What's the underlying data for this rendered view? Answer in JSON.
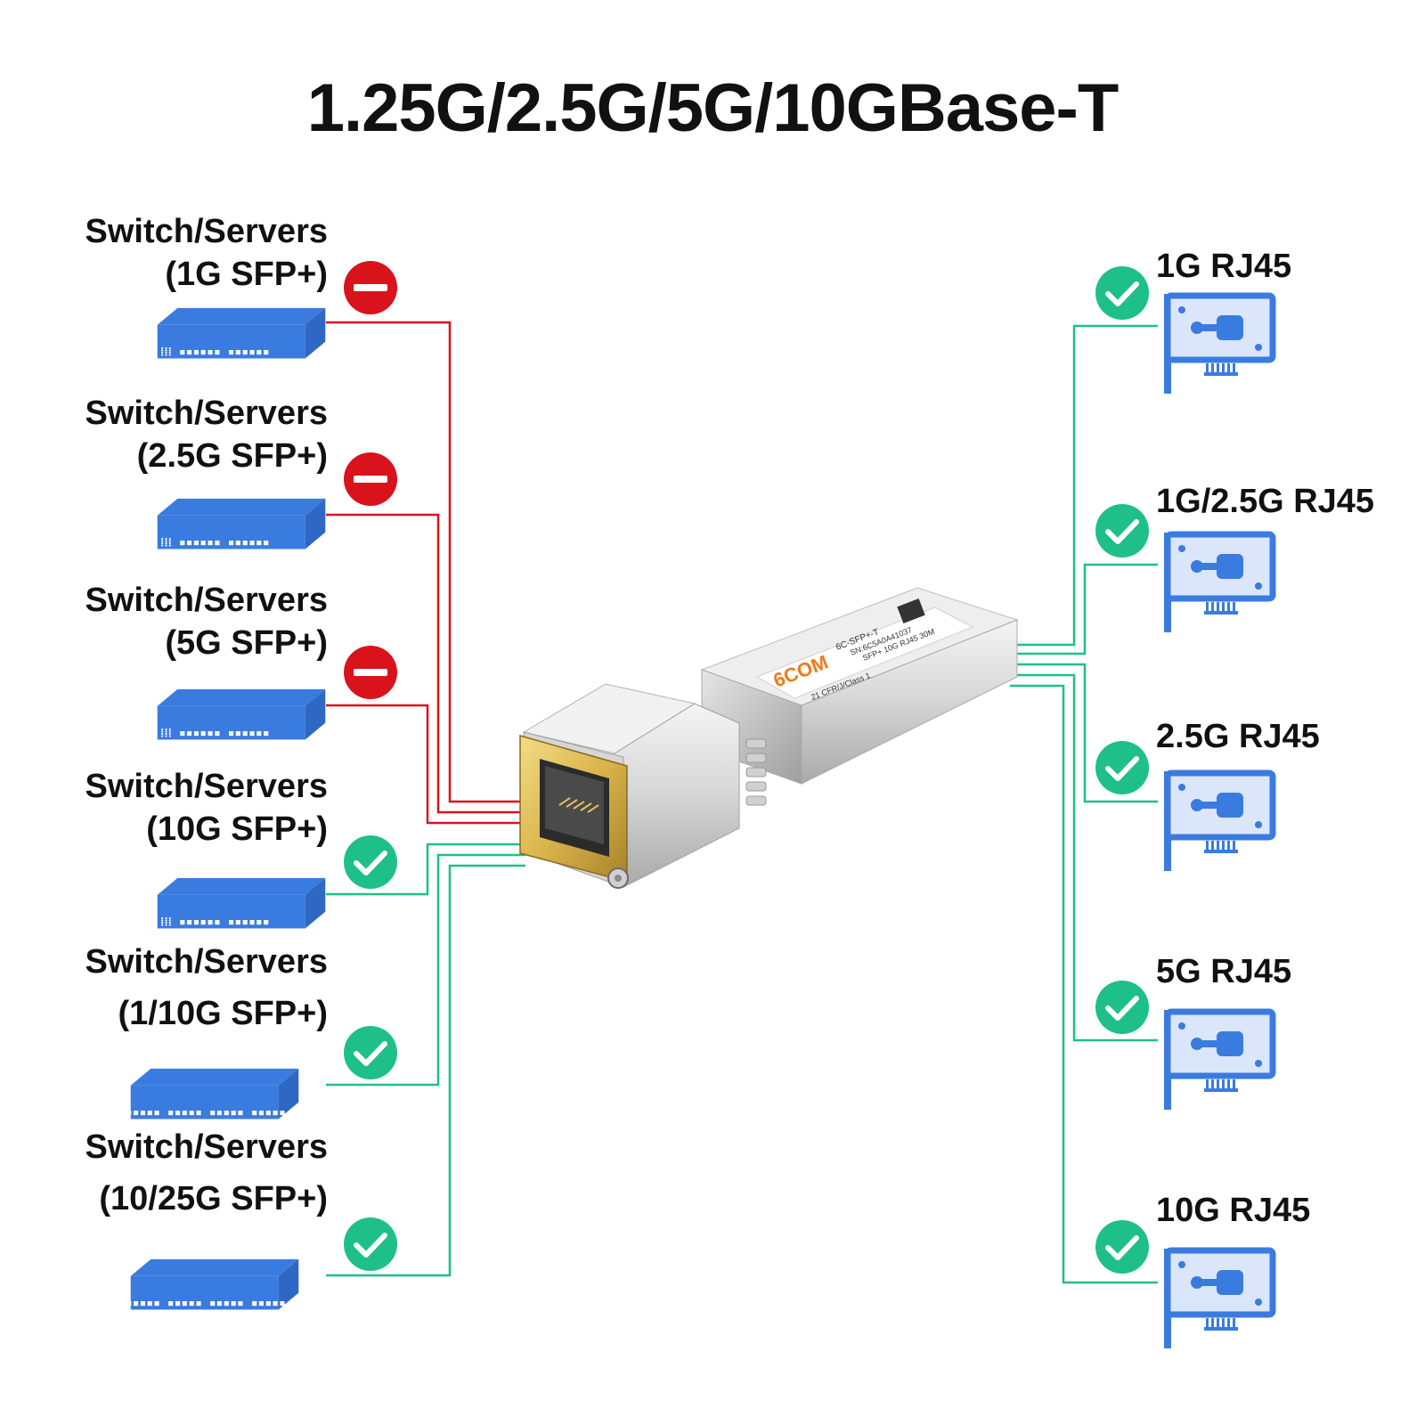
{
  "title": "1.25G/2.5G/5G/10GBase-T",
  "colors": {
    "incompatible": "#d9131b",
    "compatible": "#1fbf8a",
    "device_blue": "#3a7be0",
    "card_fill": "#dbe6fb"
  },
  "switches": [
    {
      "line1": "Switch/Servers",
      "line2": "(1G SFP+)",
      "status": "incompatible",
      "icon": "minus-circle-icon"
    },
    {
      "line1": "Switch/Servers",
      "line2": "(2.5G SFP+)",
      "status": "incompatible",
      "icon": "minus-circle-icon"
    },
    {
      "line1": "Switch/Servers",
      "line2": "(5G SFP+)",
      "status": "incompatible",
      "icon": "minus-circle-icon"
    },
    {
      "line1": "Switch/Servers",
      "line2": "(10G SFP+)",
      "status": "compatible",
      "icon": "check-circle-icon"
    },
    {
      "line1": "Switch/Servers",
      "line2": "(1/10G SFP+)",
      "status": "compatible",
      "icon": "check-circle-icon"
    },
    {
      "line1": "Switch/Servers",
      "line2": "(10/25G SFP+)",
      "status": "compatible",
      "icon": "check-circle-icon"
    }
  ],
  "nics": [
    {
      "label": "1G RJ45",
      "status": "compatible",
      "icon": "check-circle-icon"
    },
    {
      "label": "1G/2.5G RJ45",
      "status": "compatible",
      "icon": "check-circle-icon"
    },
    {
      "label": "2.5G RJ45",
      "status": "compatible",
      "icon": "check-circle-icon"
    },
    {
      "label": "5G RJ45",
      "status": "compatible",
      "icon": "check-circle-icon"
    },
    {
      "label": "10G RJ45",
      "status": "compatible",
      "icon": "check-circle-icon"
    }
  ],
  "module": {
    "brand": "6COM",
    "label_lines": [
      "6C-SFP+-T",
      "SN:6C5A0A41037",
      "SFP+ 10G RJ45 30M",
      "21 CFR/J/Class 1"
    ]
  }
}
